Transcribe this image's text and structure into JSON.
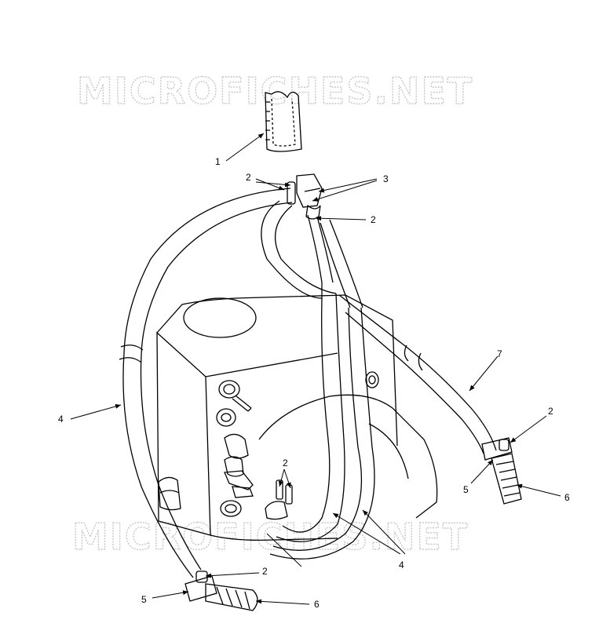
{
  "watermark": "MICROFICHES.NET",
  "callouts": {
    "c1": "1",
    "c2a": "2",
    "c3": "3",
    "c2b": "2",
    "c7": "7",
    "c2c": "2",
    "c4a": "4",
    "c2d": "2",
    "c5a": "5",
    "c6a": "6",
    "c4b": "4",
    "c2e": "2",
    "c5b": "5",
    "c6b": "6"
  }
}
